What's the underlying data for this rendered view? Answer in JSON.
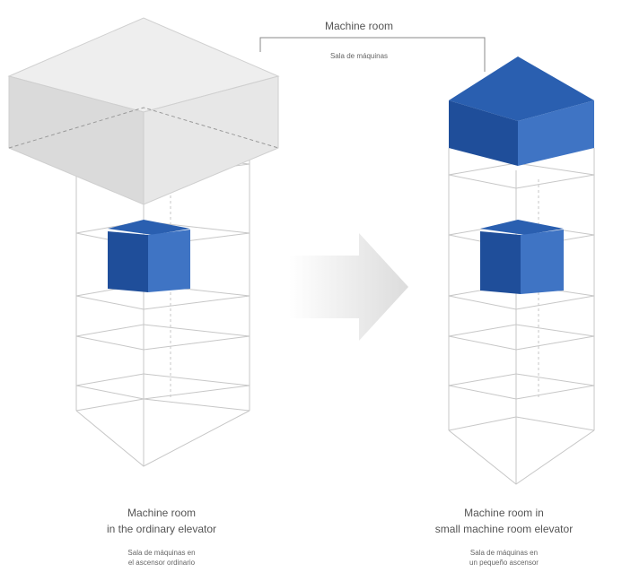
{
  "header": {
    "title": "Machine room",
    "subtitle": "Sala de máquinas"
  },
  "left_caption": {
    "line1": "Machine room",
    "line2": "in the ordinary elevator",
    "sub1": "Sala de máquinas en",
    "sub2": "el ascensor ordinario"
  },
  "right_caption": {
    "line1": "Machine room in",
    "line2": "small machine room elevator",
    "sub1": "Sala de máquinas en",
    "sub2": "un pequeño ascensor"
  },
  "colors": {
    "machine_room_dark": "#1f4e9a",
    "machine_room_light": "#3f74c4",
    "large_room_gray": "#d9d9d9",
    "shaft_lines": "#bdbdbd",
    "arrow_gray": "#e6e6e6"
  }
}
